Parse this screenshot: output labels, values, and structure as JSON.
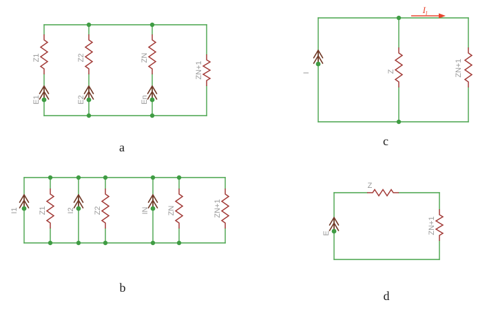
{
  "colors": {
    "wire_green": "#46a34a",
    "resistor_red": "#a23a37",
    "source_maroon": "#713a28",
    "label_gray": "#9a9a9a",
    "current_red": "#e8432c",
    "caption_black": "#1c1c1c"
  },
  "circuits": {
    "a": {
      "caption": "a",
      "impedances": [
        "Z1",
        "Z2",
        "ZN",
        "ZN+1"
      ],
      "sources": [
        "E1",
        "E2",
        "En"
      ]
    },
    "b": {
      "caption": "b",
      "elements": [
        "I1",
        "Z1",
        "I2",
        "Z2",
        "IN",
        "ZN",
        "ZN+1"
      ]
    },
    "c": {
      "caption": "c",
      "source": "I",
      "impedances": [
        "Z",
        "ZN+1"
      ],
      "current_label": {
        "base": "I",
        "sub": "l"
      }
    },
    "d": {
      "caption": "d",
      "source": "E",
      "impedances": [
        "Z",
        "ZN+1"
      ]
    }
  }
}
